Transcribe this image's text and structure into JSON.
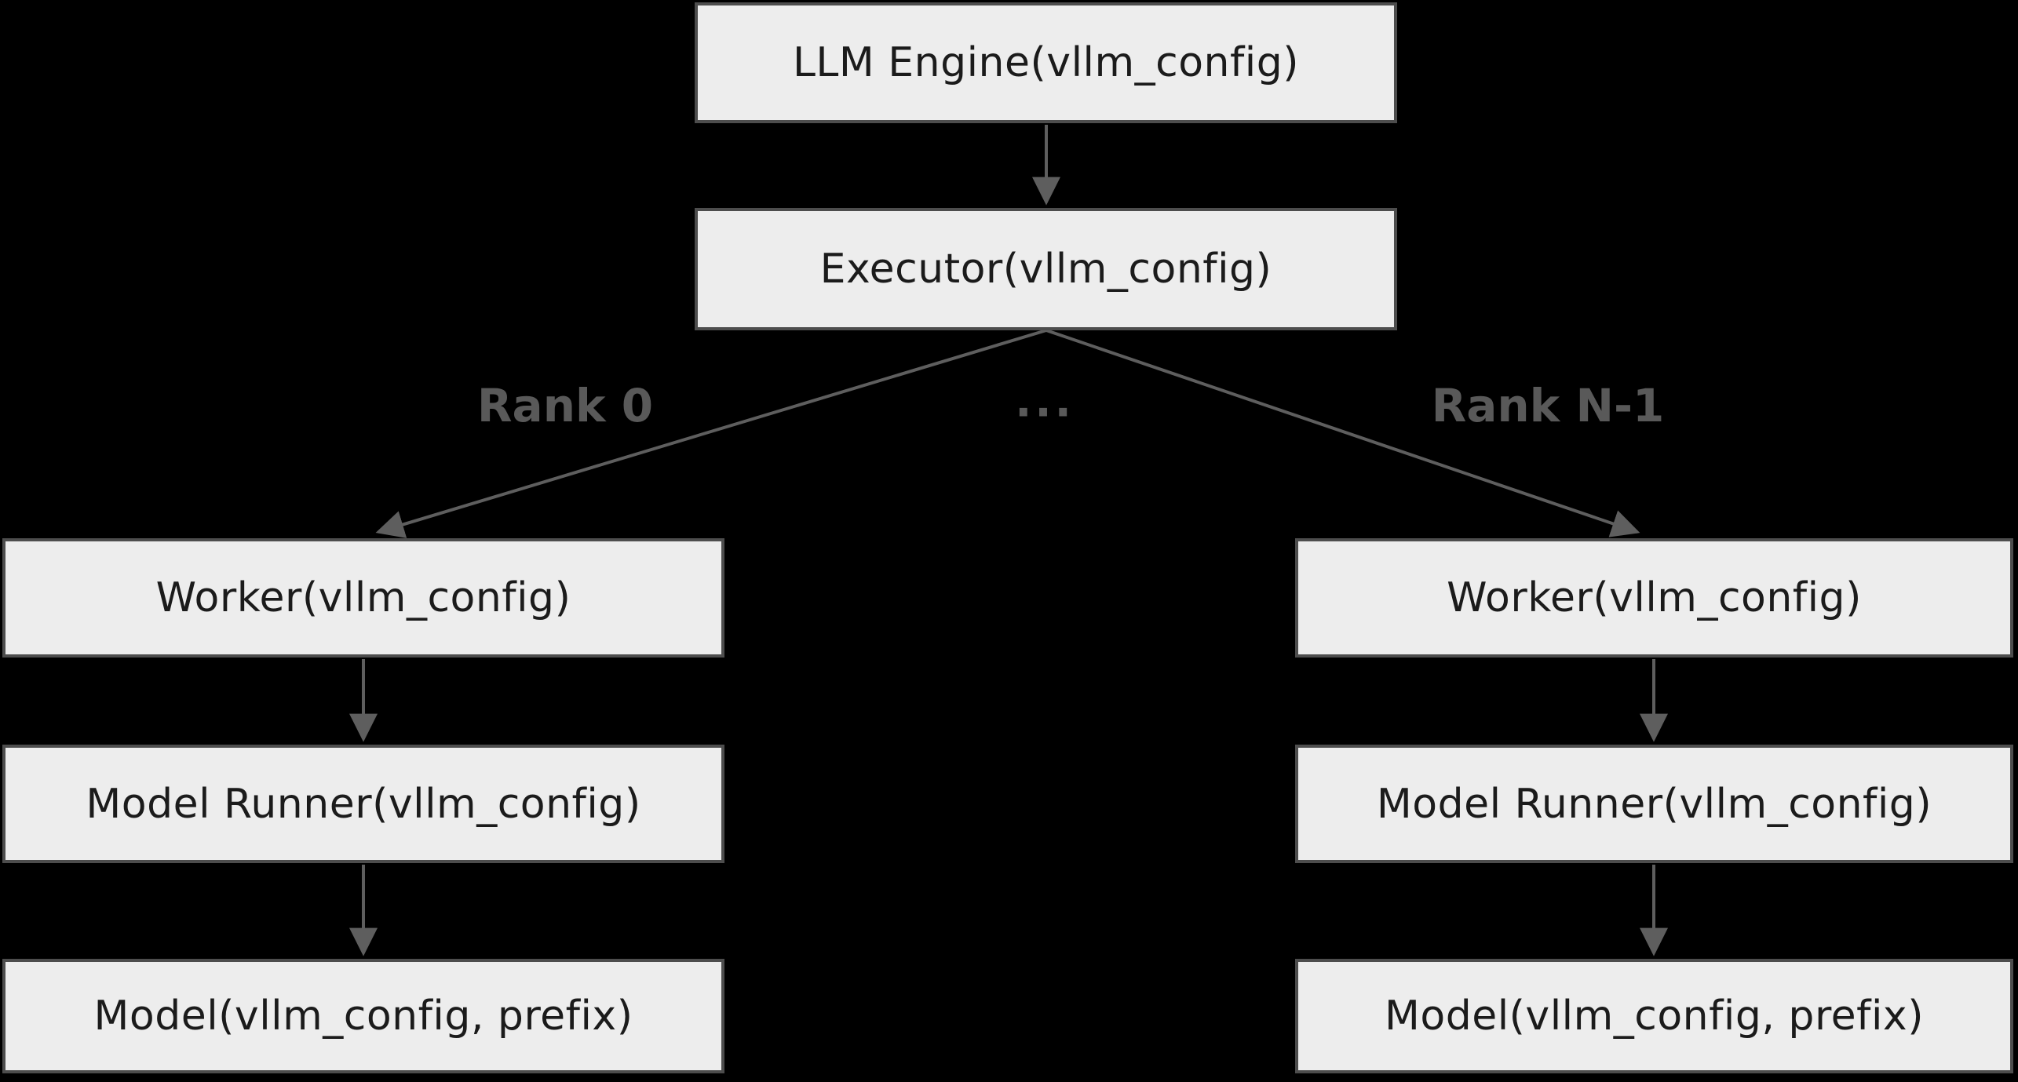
{
  "diagram": {
    "colors": {
      "background": "#000000",
      "box_fill": "#ededed",
      "box_border": "#4d4d4d",
      "box_text": "#1b1b1b",
      "line": "#5e5e5e",
      "label": "#595959"
    },
    "nodes": {
      "llm_engine": {
        "label": "LLM Engine(vllm_config)"
      },
      "executor": {
        "label": "Executor(vllm_config)"
      },
      "worker_left": {
        "label": "Worker(vllm_config)"
      },
      "worker_right": {
        "label": "Worker(vllm_config)"
      },
      "model_runner_left": {
        "label": "Model Runner(vllm_config)"
      },
      "model_runner_right": {
        "label": "Model Runner(vllm_config)"
      },
      "model_left": {
        "label": "Model(vllm_config, prefix)"
      },
      "model_right": {
        "label": "Model(vllm_config, prefix)"
      }
    },
    "edge_labels": {
      "rank_0": "Rank 0",
      "ellipsis": "...",
      "rank_n_1": "Rank N-1"
    }
  }
}
